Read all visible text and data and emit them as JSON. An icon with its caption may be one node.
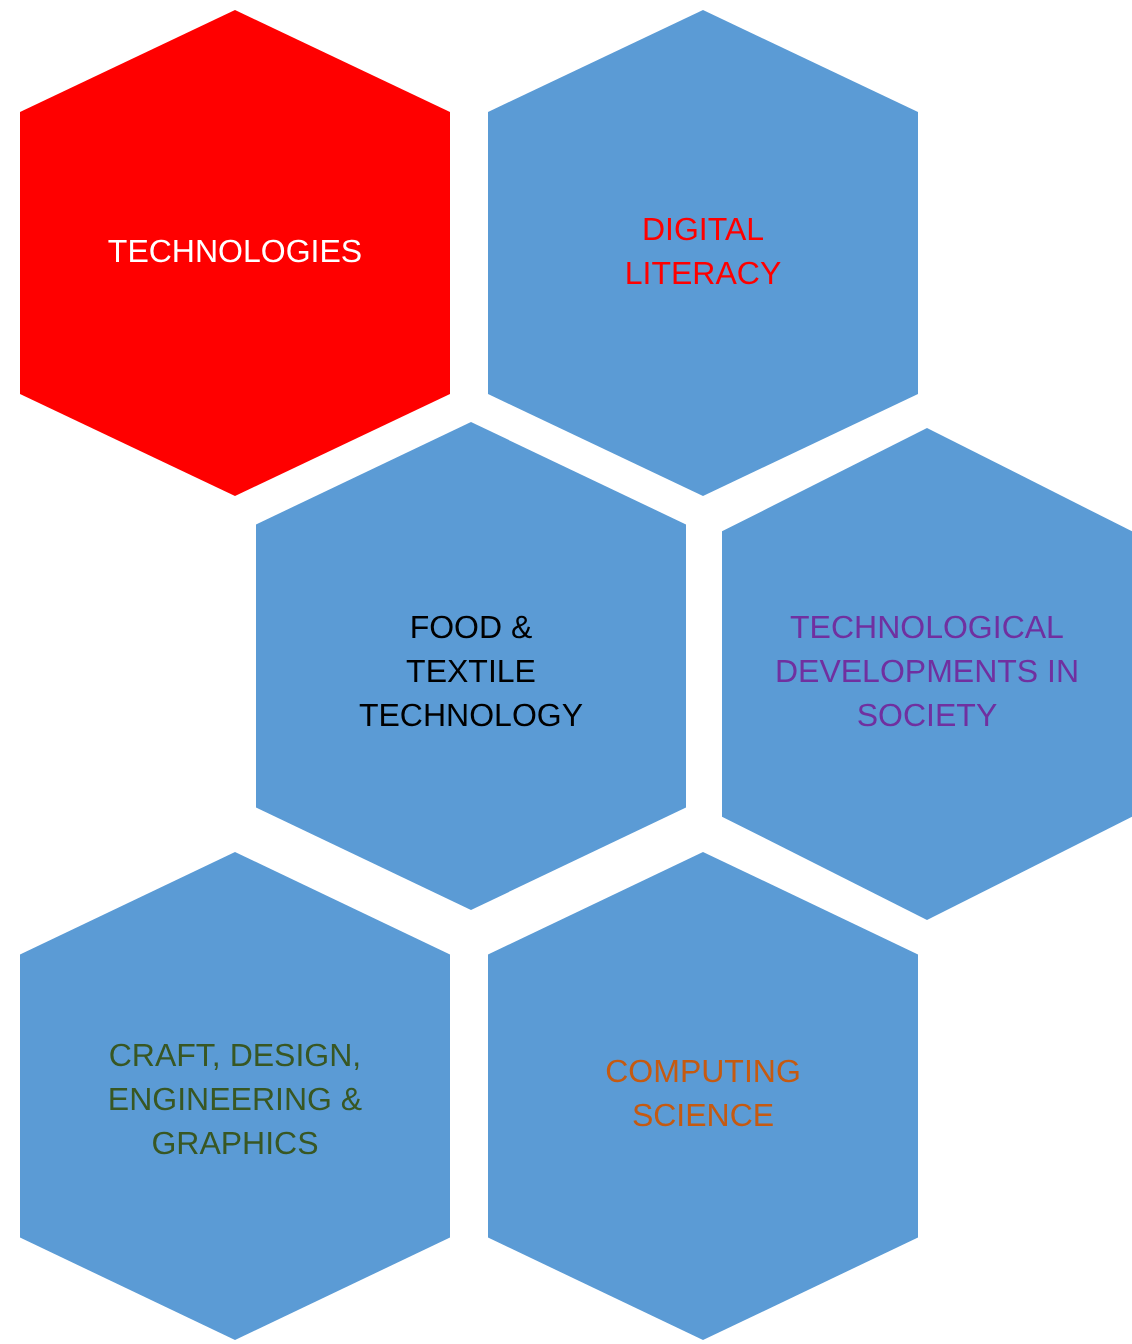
{
  "diagram": {
    "nodes": [
      {
        "text": [
          "TECHNOLOGIES"
        ]
      },
      {
        "text": [
          "DIGITAL LITERACY"
        ]
      },
      {
        "text": [
          "FOOD & TEXTILE TECHNOLOGY"
        ]
      },
      {
        "text": [
          "TECHNOLOGICAL DEVELOPMENTS IN SOCIETY"
        ]
      },
      {
        "text": [
          "CRAFT, DESIGN, ENGINEERING & GRAPHICS"
        ]
      },
      {
        "text": [
          "COMPUTING SCIENCE"
        ]
      }
    ]
  }
}
